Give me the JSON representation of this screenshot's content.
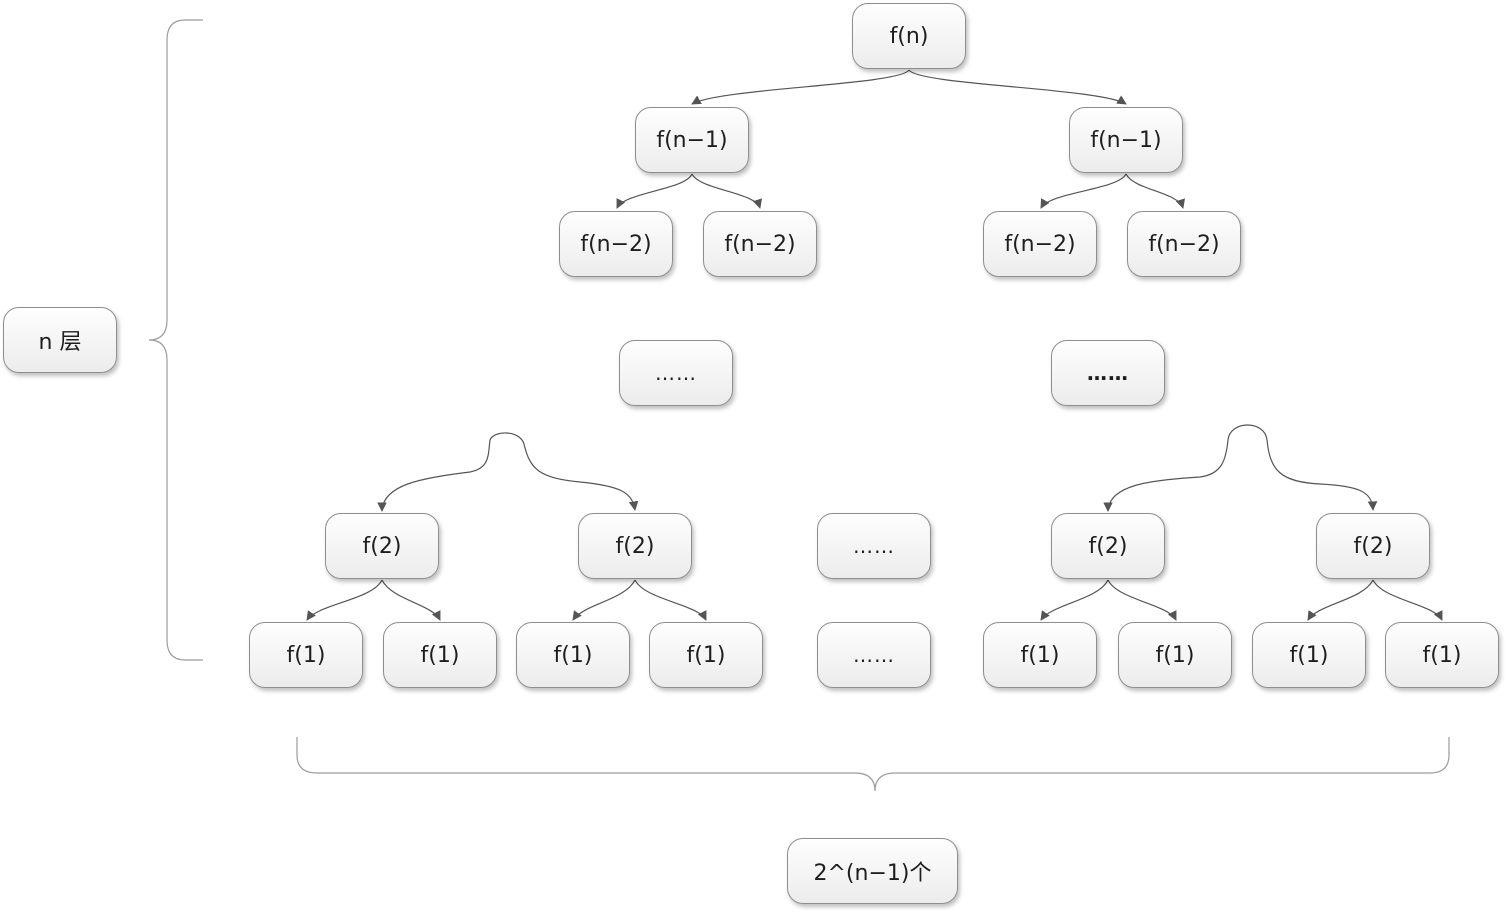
{
  "nodes": {
    "root": "f(n)",
    "l1_left": "f(n−1)",
    "l1_right": "f(n−1)",
    "l2_a": "f(n−2)",
    "l2_b": "f(n−2)",
    "l2_c": "f(n−2)",
    "l2_d": "f(n−2)",
    "mid_left": "……",
    "mid_right": "……",
    "f2_a": "f(2)",
    "f2_b": "f(2)",
    "f2_mid": "……",
    "f2_c": "f(2)",
    "f2_d": "f(2)",
    "f1_a": "f(1)",
    "f1_b": "f(1)",
    "f1_c": "f(1)",
    "f1_d": "f(1)",
    "f1_mid": "……",
    "f1_e": "f(1)",
    "f1_f": "f(1)",
    "f1_g": "f(1)",
    "f1_h": "f(1)"
  },
  "labels": {
    "levels": "n 层",
    "leaf_count": "2^(n−1)个"
  },
  "colors": {
    "node_border": "#8e8e8e",
    "line": "#555555",
    "text": "#1e1e1e"
  }
}
